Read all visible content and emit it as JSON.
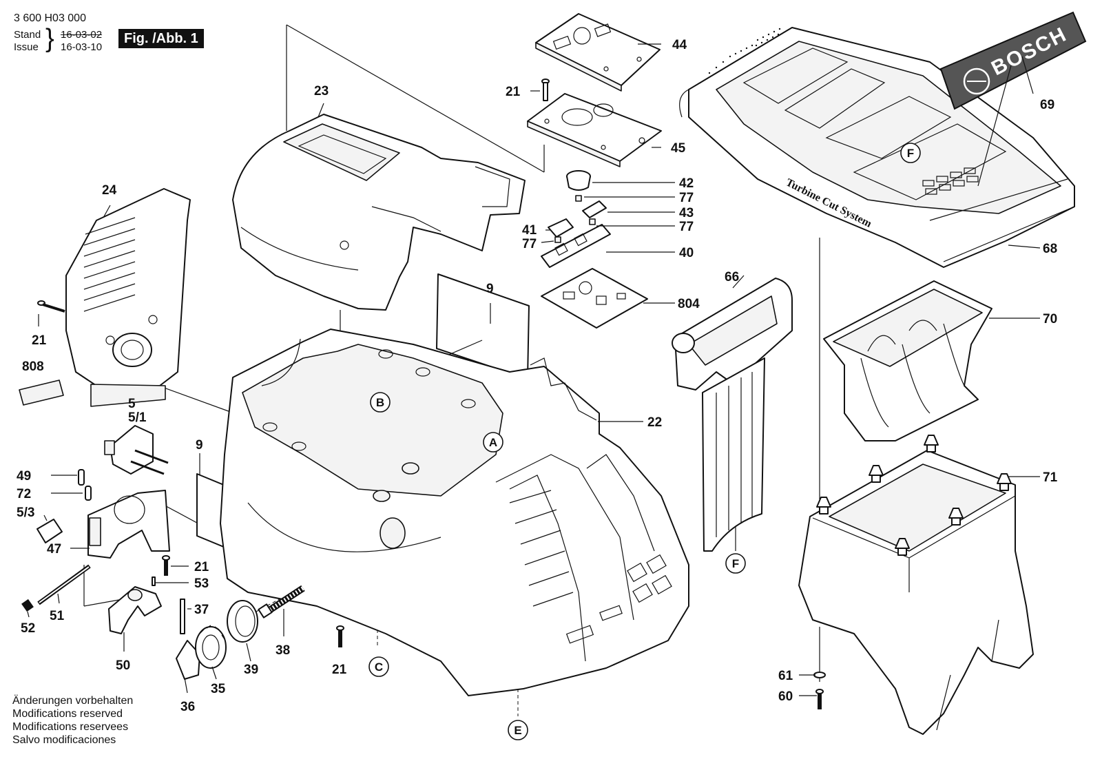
{
  "header": {
    "doc_number": "3 600 H03 000",
    "stand_label": "Stand",
    "issue_label": "Issue",
    "brace": "}",
    "date_old": "16-03-02",
    "date_new": "16-03-10",
    "figure_label": "Fig. /Abb. 1"
  },
  "footer_notes": [
    "Änderungen vorbehalten",
    "Modifications reserved",
    "Modifications reservees",
    "Salvo modificaciones"
  ],
  "part_labels": {
    "p44": "44",
    "p21a": "21",
    "p45": "45",
    "p23": "23",
    "p42": "42",
    "p77a": "77",
    "p43": "43",
    "p41": "41",
    "p77b": "77",
    "p77c": "77",
    "p40": "40",
    "p804": "804",
    "p24": "24",
    "p9a": "9",
    "p21b": "21",
    "p808": "808",
    "p5": "5",
    "p51": "5/1",
    "p22": "22",
    "p9b": "9",
    "p49": "49",
    "p72": "72",
    "p53s": "5/3",
    "p47": "47",
    "p21c": "21",
    "p53": "53",
    "p51rod": "51",
    "p52": "52",
    "p37": "37",
    "p50": "50",
    "p38": "38",
    "p39": "39",
    "p21d": "21",
    "p35": "35",
    "p36": "36",
    "p66": "66",
    "p69": "69",
    "p68": "68",
    "p70": "70",
    "p71": "71",
    "p61": "61",
    "p60": "60"
  },
  "connection_markers": {
    "a": "A",
    "b": "B",
    "c": "C",
    "e": "E",
    "f_top": "F",
    "f_bottom": "F"
  },
  "printed_text": {
    "brand": "BOSCH",
    "product_line": "Turbine Cut System"
  }
}
